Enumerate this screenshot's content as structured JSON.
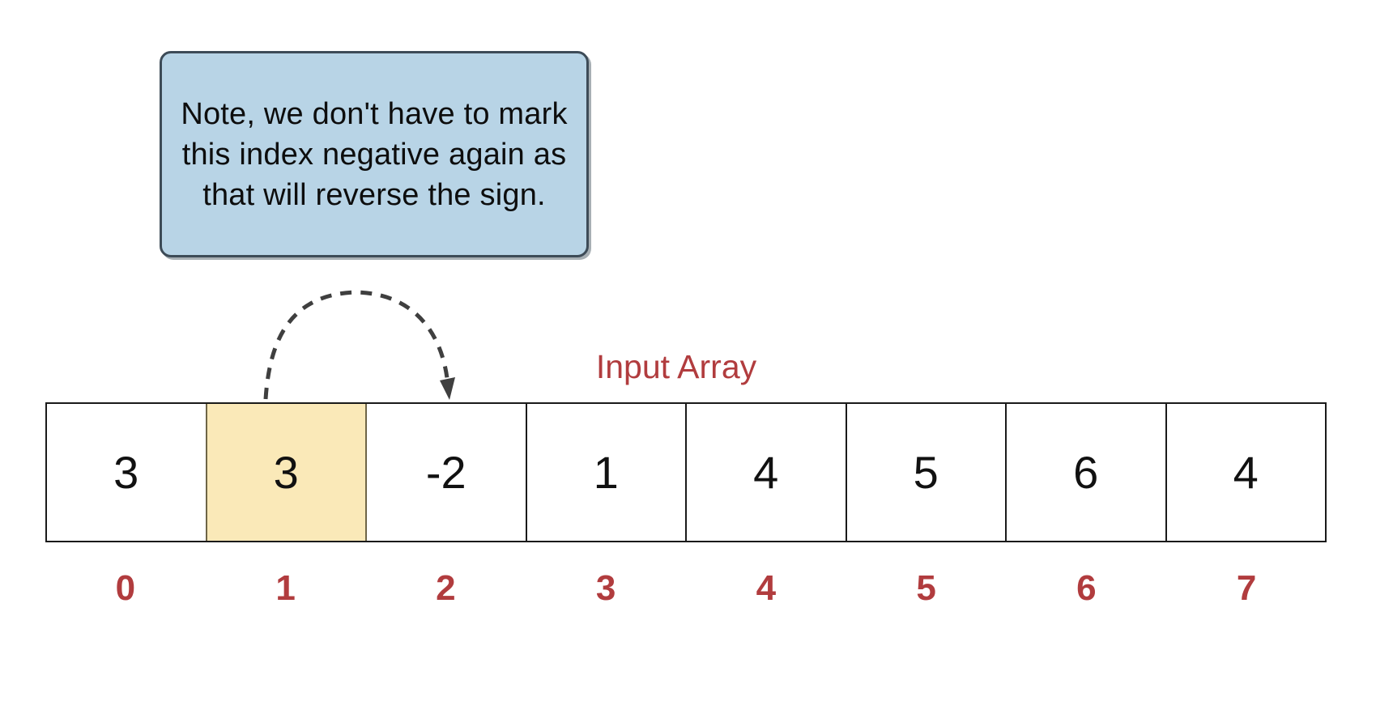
{
  "note": {
    "text": "Note, we don't have to mark this index negative again as that will reverse the sign.",
    "lines": [
      "Note, we don't have to mark",
      "this index negative again as",
      "that will reverse the sign."
    ]
  },
  "array_title": "Input Array",
  "array": {
    "values": [
      "3",
      "3",
      "-2",
      "1",
      "4",
      "5",
      "6",
      "4"
    ],
    "indices": [
      "0",
      "1",
      "2",
      "3",
      "4",
      "5",
      "6",
      "7"
    ],
    "highlighted_index": 1
  },
  "colors": {
    "note_fill": "#b8d4e6",
    "note_border": "#3d4b57",
    "highlight_fill": "#fae9b8",
    "label_red": "#b13c3e",
    "arrow_gray": "#3f3f3f"
  }
}
